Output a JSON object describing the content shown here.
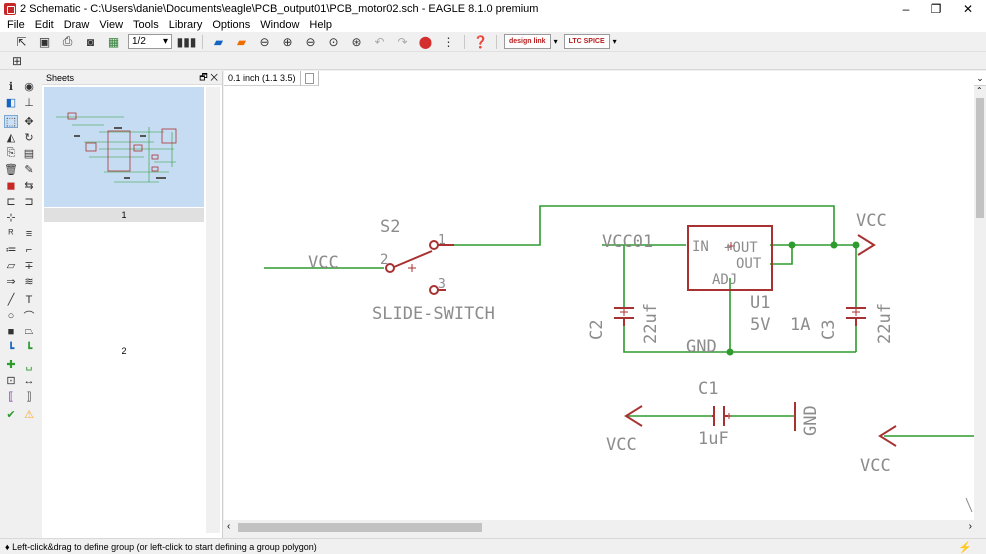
{
  "window": {
    "title": "2 Schematic - C:\\Users\\danie\\Documents\\eagle\\PCB_output01\\PCB_motor02.sch - EAGLE 8.1.0 premium",
    "minimize": "–",
    "maximize": "❐",
    "close": "✕"
  },
  "menu": [
    "File",
    "Edit",
    "Draw",
    "View",
    "Tools",
    "Library",
    "Options",
    "Window",
    "Help"
  ],
  "toolbar": {
    "sheet_value": "1/2",
    "design_link": "design link",
    "ltspice": "LTC SPICE"
  },
  "sheets_panel": {
    "title": "Sheets",
    "sheet1": "1",
    "sheet2": "2"
  },
  "command": {
    "coordinate": "0.1 inch (1.1 3.5)",
    "input_value": ""
  },
  "schematic": {
    "switch_name": "S2",
    "switch_value": "SLIDE-SWITCH",
    "pin1": "1",
    "pin2": "2",
    "pin3": "3",
    "vcc_input": "VCC",
    "vcc_output": "VCC",
    "vcc01": "VCC01",
    "reg_in": "IN",
    "reg_out1": "+OUT",
    "reg_out2": "OUT",
    "reg_adj": "ADJ",
    "reg_name": "U1",
    "reg_value1": "5V",
    "reg_value2": "1A",
    "gnd_label": "GND",
    "c2_name": "C2",
    "c2_value": "22uf",
    "c3_name": "C3",
    "c3_value": "22uf",
    "c1_name": "C1",
    "c1_value": "1uF",
    "c1_gnd": "GND",
    "c1_vcc": "VCC",
    "right_vcc": "VCC"
  },
  "status": {
    "message": "♦ Left-click&drag to define group (or left-click to start defining a group polygon)"
  },
  "colors": {
    "wire": "#2e9b2e",
    "symbol": "#a83232",
    "text_gray": "#8c8c8c",
    "thumb_bg": "#c5dcf3"
  }
}
